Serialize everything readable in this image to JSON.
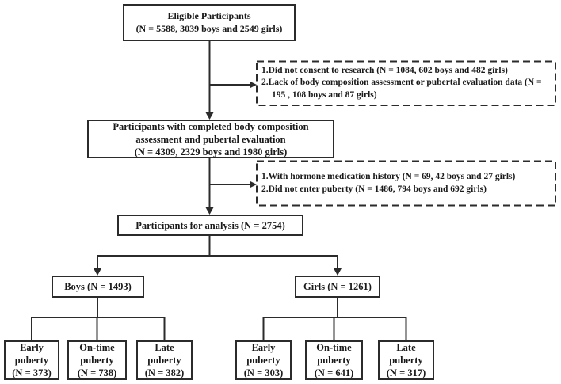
{
  "flowchart": {
    "eligible": "Eligible Participants\n(N = 5588, 3039 boys and 2549 girls)",
    "exclusion1": {
      "items": [
        "1.Did not consent to research (N = 1084, 602 boys and 482 girls)",
        "2.Lack of body composition assessment or pubertal evaluation data (N = 195 , 108 boys and 87 girls)"
      ]
    },
    "completed": "Participants with completed body composition\nassessment and pubertal evaluation\n(N = 4309, 2329 boys and 1980 girls)",
    "exclusion2": {
      "items": [
        "1.With hormone medication history (N = 69, 42 boys and 27 girls)",
        "2.Did not enter puberty (N = 1486, 794 boys and 692 girls)"
      ]
    },
    "analysis": "Participants for analysis (N = 2754)",
    "boys": "Boys (N = 1493)",
    "girls": "Girls (N = 1261)",
    "boys_groups": [
      "Early\npuberty\n(N = 373)",
      "On-time\npuberty\n(N = 738)",
      "Late\npuberty\n(N = 382)"
    ],
    "girls_groups": [
      "Early\npuberty\n(N = 303)",
      "On-time\npuberty\n(N = 641)",
      "Late\npuberty\n(N = 317)"
    ]
  },
  "colors": {
    "line": "#2b2b2b",
    "text": "#1a1a1a",
    "background": "#ffffff"
  }
}
